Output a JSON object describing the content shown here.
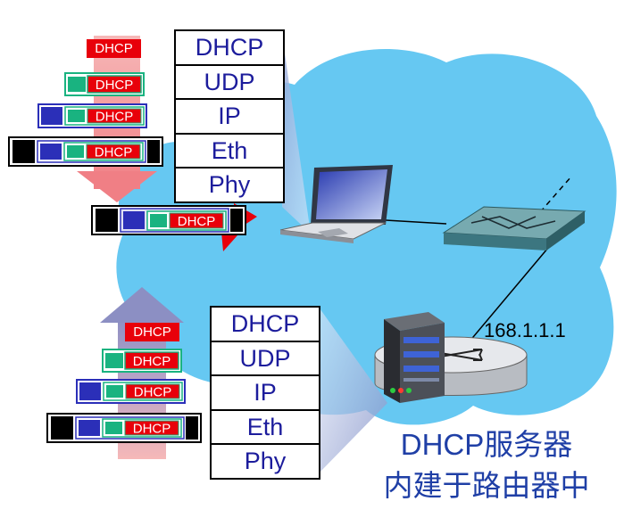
{
  "upper_stack": [
    "DHCP",
    "UDP",
    "IP",
    "Eth",
    "Phy"
  ],
  "lower_stack": [
    "DHCP",
    "UDP",
    "IP",
    "Eth",
    "Phy"
  ],
  "router_ip": "168.1.1.1",
  "caption_line1": "DHCP服务器",
  "caption_line2": "内建于路由器中",
  "packet_label": "DHCP",
  "colors": {
    "cloud": "#66c8f2",
    "dhcp_red": "#e8000a",
    "udp_green": "#19b380",
    "ip_blue": "#2b2fb8",
    "eth_black": "#000000",
    "text_blue": "#1c1c9c"
  }
}
